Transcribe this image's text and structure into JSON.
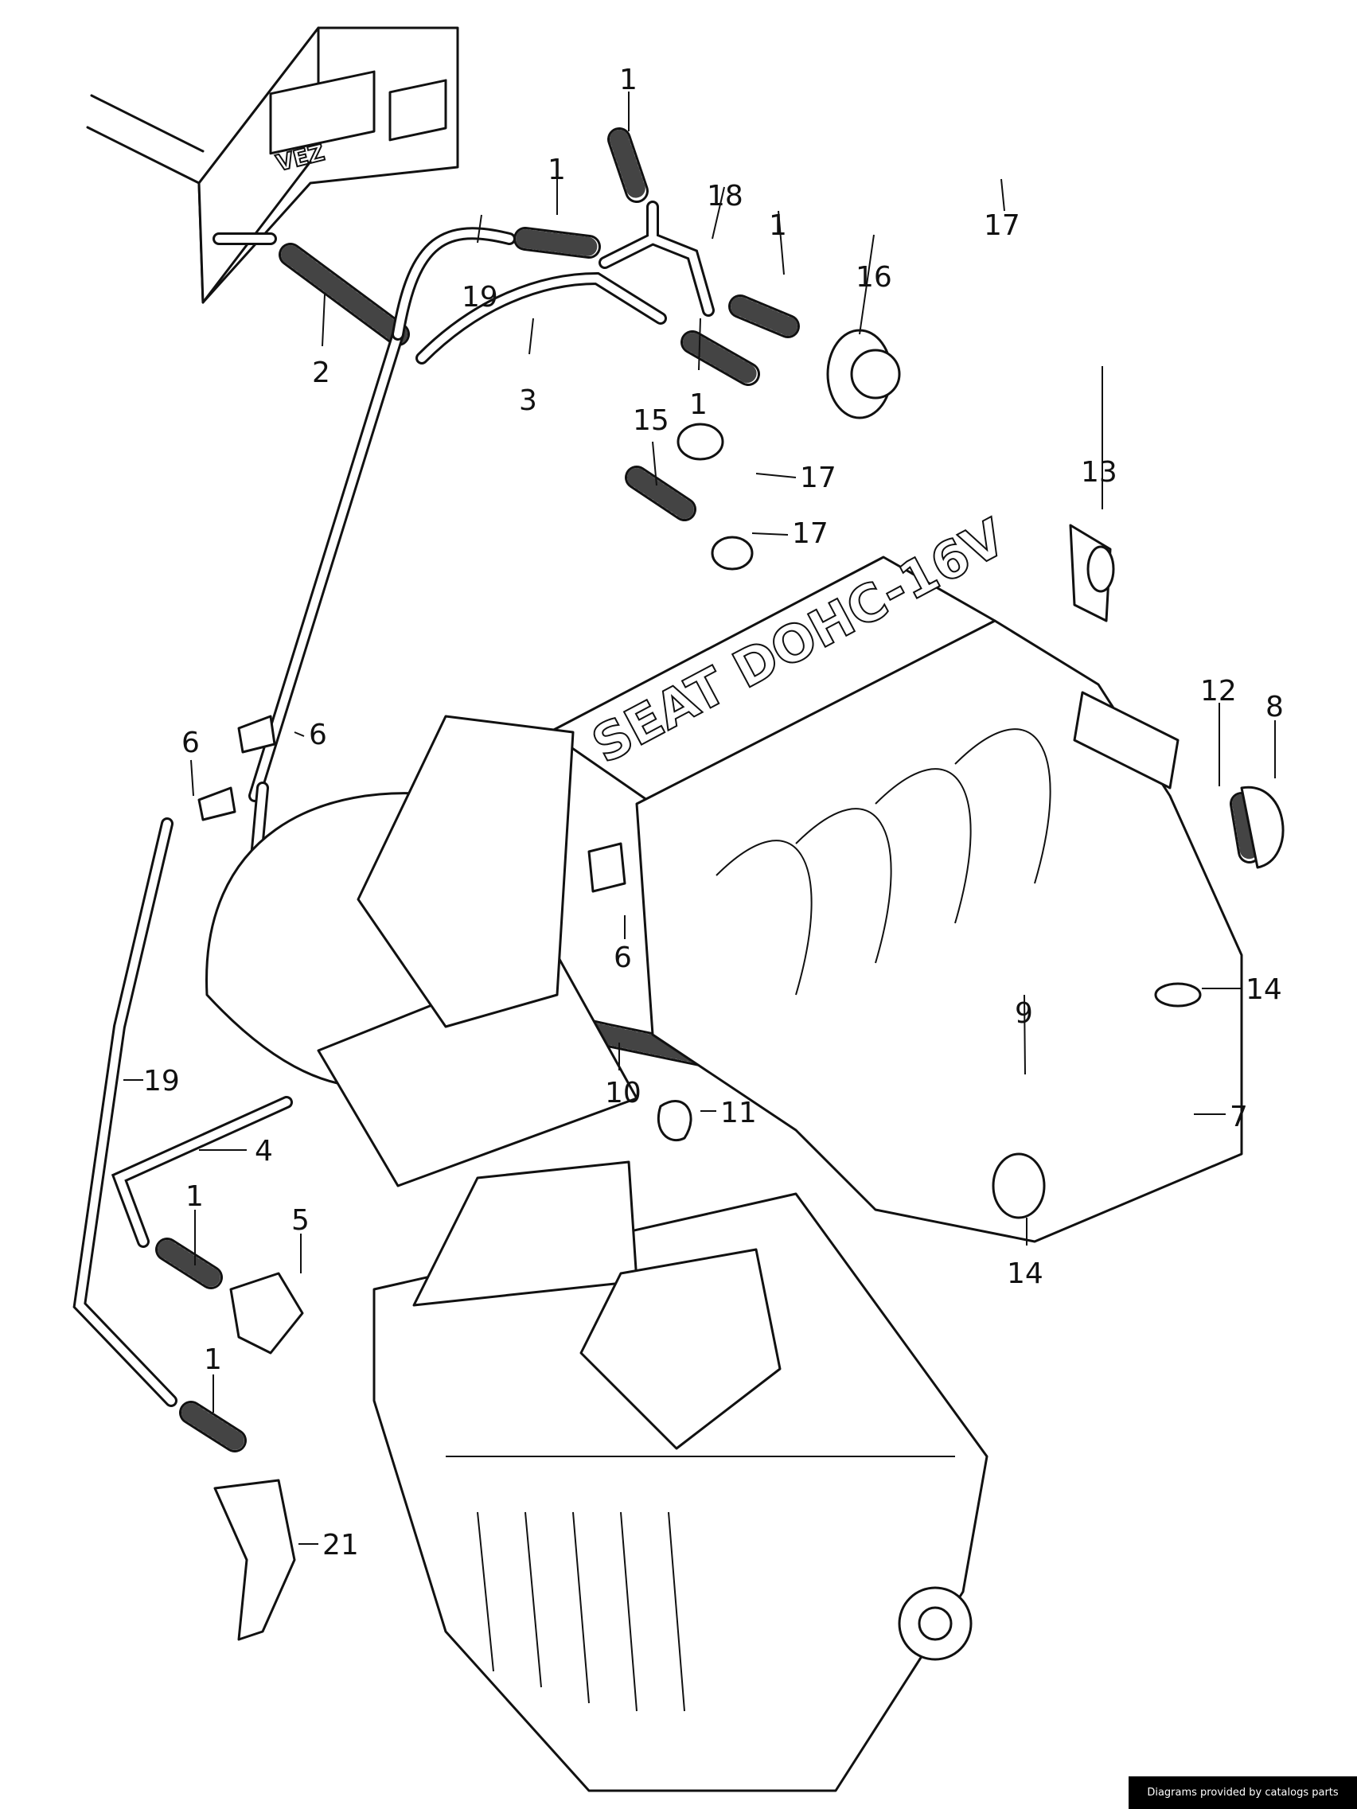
{
  "diagram": {
    "module_label": "VEZ",
    "engine_cover_text": "SEAT DOHC-16V",
    "callouts": [
      "1",
      "1",
      "18",
      "1",
      "17",
      "16",
      "19",
      "2",
      "3",
      "1",
      "15",
      "17",
      "17",
      "13",
      "6",
      "6",
      "12",
      "8",
      "6",
      "14",
      "9",
      "19",
      "10",
      "11",
      "7",
      "4",
      "1",
      "5",
      "14",
      "1",
      "21"
    ]
  },
  "footer": {
    "credit": "Diagrams provided by catalogs parts"
  }
}
